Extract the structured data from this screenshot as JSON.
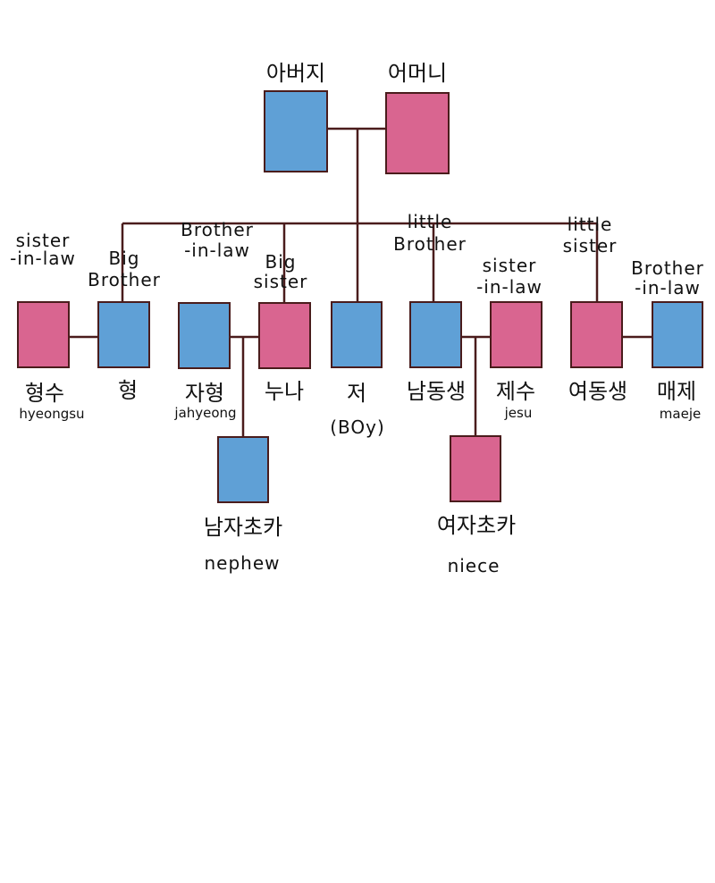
{
  "colors": {
    "male": "#5fa0d6",
    "female": "#d96590",
    "line": "#4a1c1c"
  },
  "parents": {
    "father": "아버지",
    "mother": "어머니"
  },
  "people": {
    "hyeongsu": {
      "ko": "형수",
      "rom": "hyeongsu",
      "en1": "sister",
      "en2": "-in-law"
    },
    "hyeong": {
      "ko": "형",
      "en1": "Big",
      "en2": "Brother"
    },
    "jahyeong": {
      "ko": "자형",
      "rom": "jahyeong",
      "en1": "Brother",
      "en2": "-in-law"
    },
    "nuna": {
      "ko": "누나",
      "en1": "Big",
      "en2": "sister"
    },
    "jeo": {
      "ko": "저",
      "en": "(BOy)"
    },
    "namdongsaeng": {
      "ko": "남동생",
      "en1": "little",
      "en2": "Brother"
    },
    "jesu": {
      "ko": "제수",
      "rom": "jesu",
      "en1": "sister",
      "en2": "-in-law"
    },
    "yeodongsaeng": {
      "ko": "여동생",
      "en1": "little",
      "en2": "sister"
    },
    "maeje": {
      "ko": "매제",
      "rom": "maeje",
      "en1": "Brother",
      "en2": "-in-law"
    },
    "nephew": {
      "ko": "남자초카",
      "en": "nephew"
    },
    "niece": {
      "ko": "여자초카",
      "en": "niece"
    }
  }
}
